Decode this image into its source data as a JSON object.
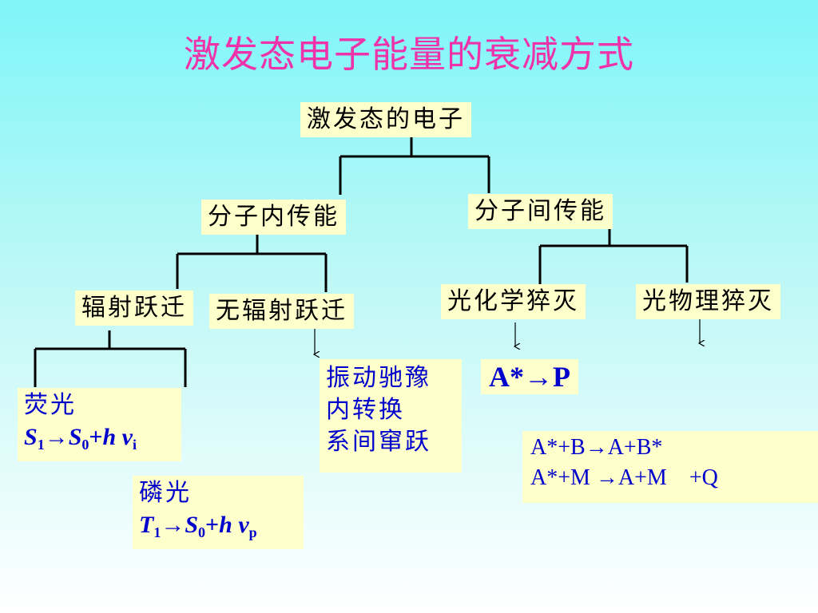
{
  "title": "激发态电子能量的衰减方式",
  "nodes": {
    "root": "激发态的电子",
    "intra": "分子内传能",
    "inter": "分子间传能",
    "radiative": "辐射跃迁",
    "nonradiative": "无辐射跃迁",
    "photochem": "光化学猝灭",
    "photophys": "光物理猝灭"
  },
  "fluorescence": {
    "label": "荧光",
    "s1": "S",
    "sub1": "1",
    "arrow": "→",
    "s0": "S",
    "sub0": "0",
    "plus": "+",
    "h": "h",
    "nu": "ν",
    "subi": "i"
  },
  "phosphorescence": {
    "label": "磷光",
    "t1": "T",
    "sub1": "1",
    "arrow": "→",
    "s0": "S",
    "sub0": "0",
    "plus": "+",
    "h": "h",
    "nu": "ν",
    "subp": "p"
  },
  "nonrad_processes": [
    "振动驰豫",
    "内转换",
    "系间窜跃"
  ],
  "photochem_reaction": "A*→P",
  "quench_reactions": [
    "A*+B→A+B*",
    "A*+M →A+M　+Q"
  ]
}
